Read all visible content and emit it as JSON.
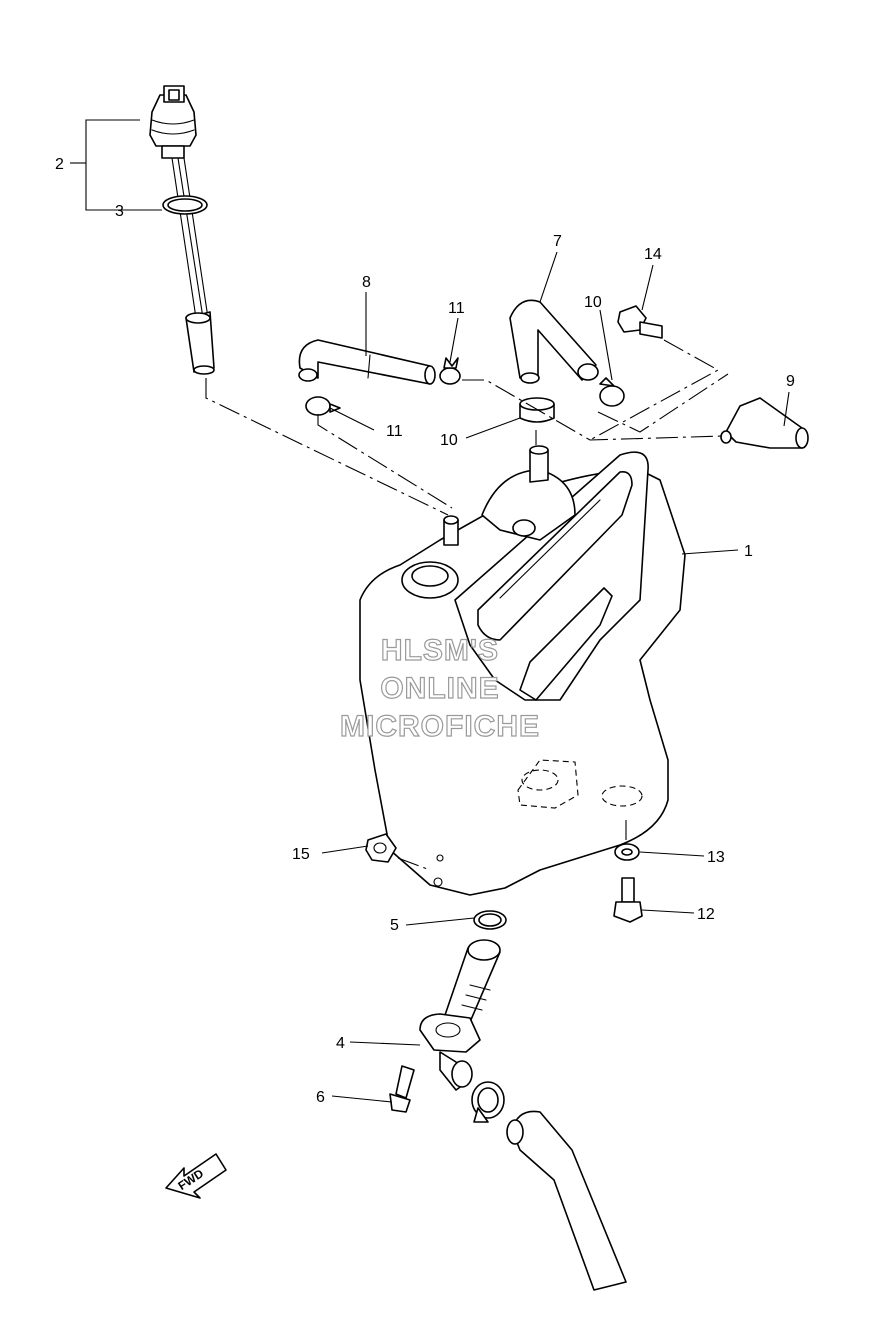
{
  "diagram": {
    "callouts": [
      {
        "id": "c1",
        "label": "1"
      },
      {
        "id": "c2",
        "label": "2"
      },
      {
        "id": "c3",
        "label": "3"
      },
      {
        "id": "c4",
        "label": "4"
      },
      {
        "id": "c5",
        "label": "5"
      },
      {
        "id": "c6",
        "label": "6"
      },
      {
        "id": "c7",
        "label": "7"
      },
      {
        "id": "c8",
        "label": "8"
      },
      {
        "id": "c9",
        "label": "9"
      },
      {
        "id": "c10a",
        "label": "10"
      },
      {
        "id": "c10b",
        "label": "10"
      },
      {
        "id": "c11a",
        "label": "11"
      },
      {
        "id": "c11b",
        "label": "11"
      },
      {
        "id": "c12",
        "label": "12"
      },
      {
        "id": "c13",
        "label": "13"
      },
      {
        "id": "c14",
        "label": "14"
      },
      {
        "id": "c15",
        "label": "15"
      }
    ],
    "watermark": [
      "HLSM'S",
      "ONLINE",
      "MICROFICHE"
    ],
    "fwd_label": "FWD"
  }
}
